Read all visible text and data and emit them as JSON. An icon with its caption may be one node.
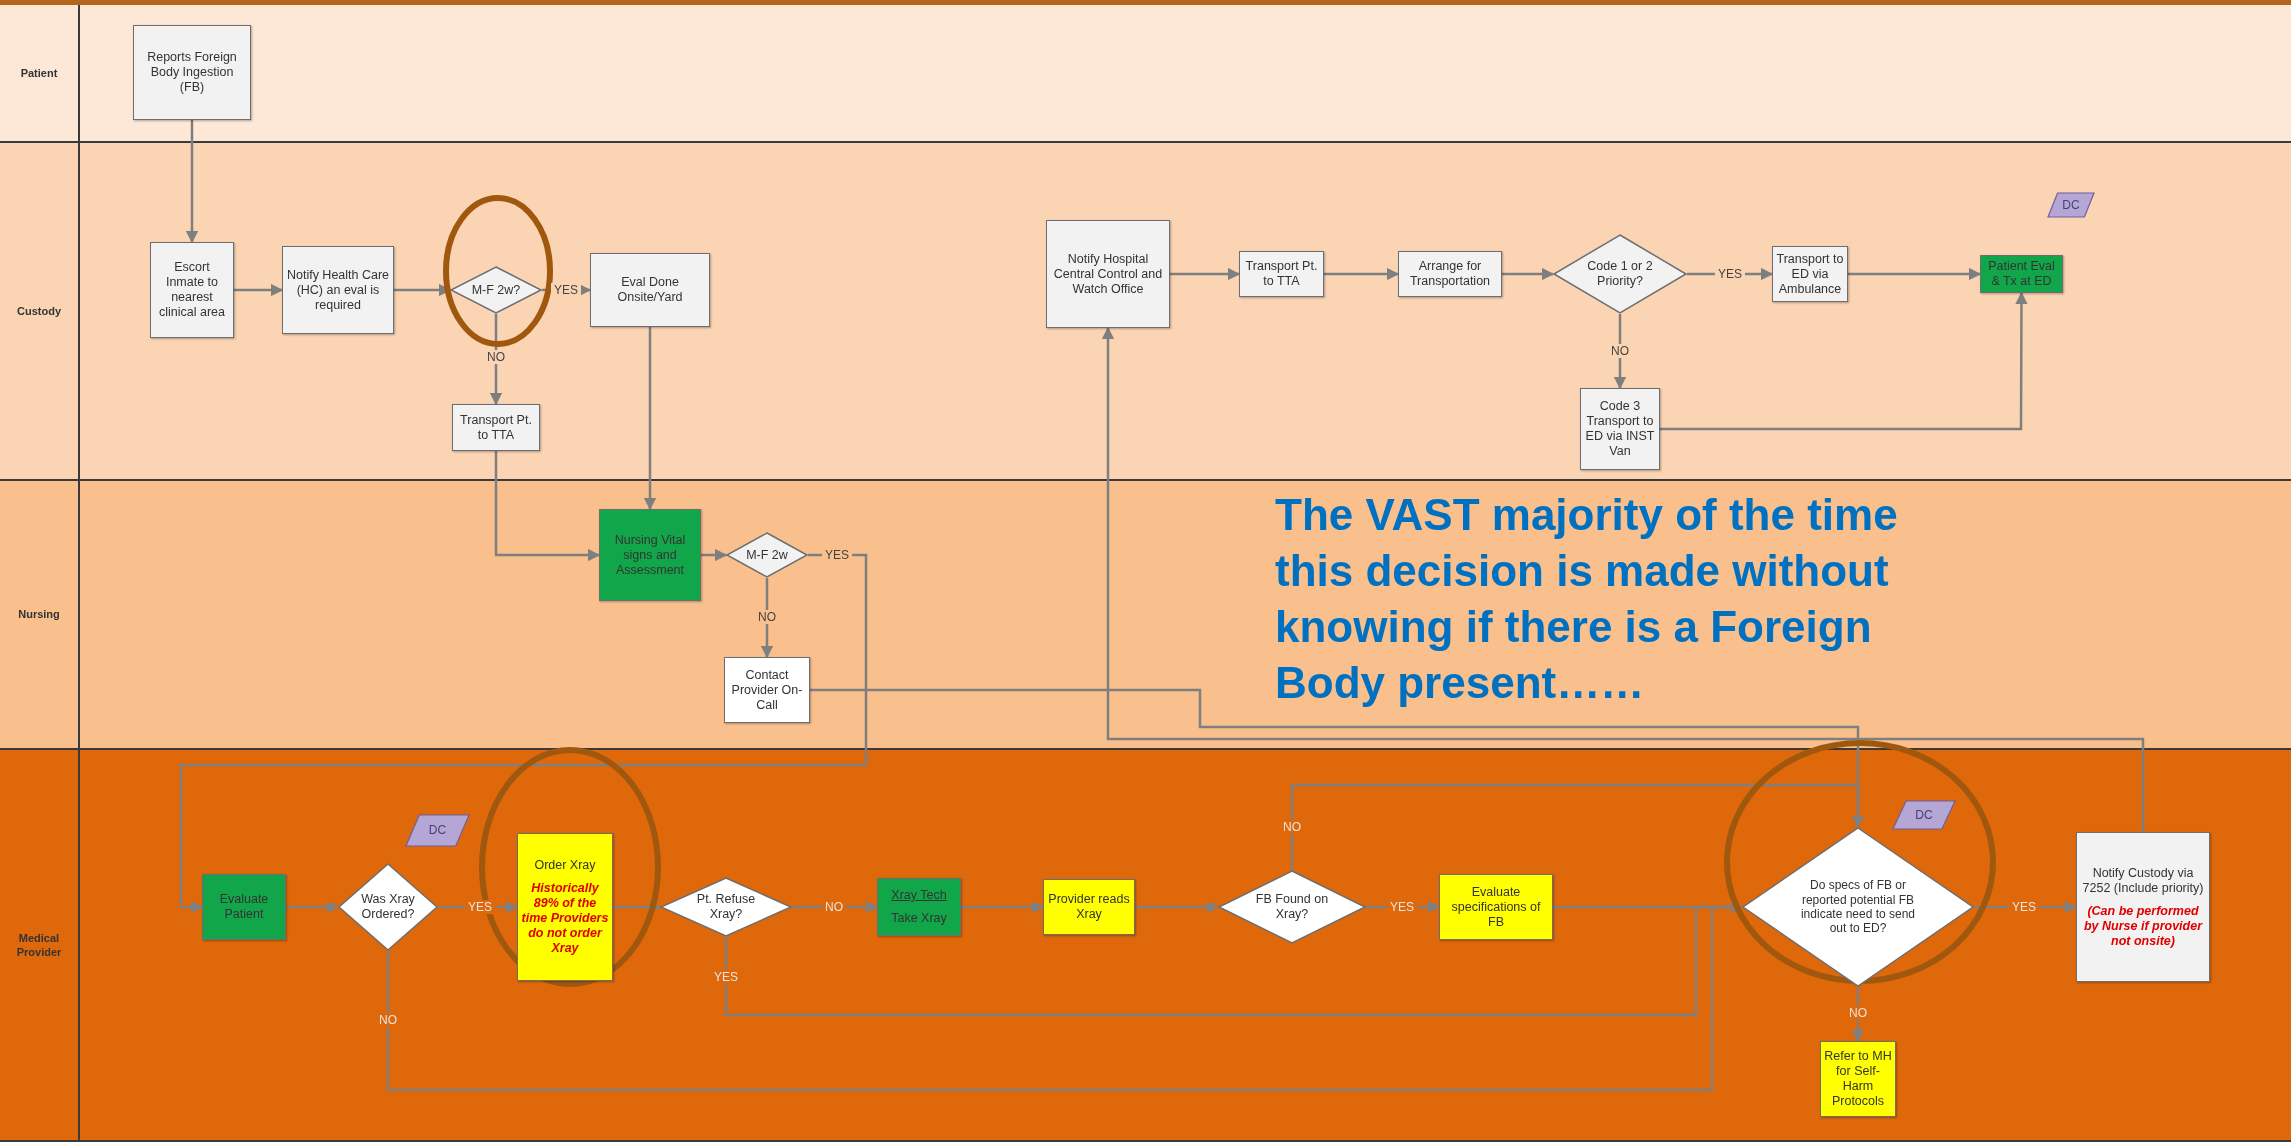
{
  "diagram": {
    "nodes": [
      {
        "text": [
          "Patient"
        ]
      },
      {
        "text": [
          "Custody"
        ]
      },
      {
        "text": [
          "Nursing"
        ]
      },
      {
        "text": [
          "Medical Provider"
        ]
      },
      {
        "text": [
          "Reports Foreign Body Ingestion (FB)"
        ],
        "in": 0
      },
      {
        "text": [
          "Escort Inmate to nearest clinical area"
        ],
        "in": 1
      },
      {
        "text": [
          "Notify Health Care (HC) an eval is required"
        ],
        "in": 1
      },
      {
        "text": [
          "M-F 2w?"
        ],
        "in": 1
      },
      {
        "text": [
          "Eval Done Onsite/Yard"
        ],
        "in": 1
      },
      {
        "text": [
          "Transport Pt. to TTA"
        ],
        "in": 1
      },
      {
        "text": [
          "Notify Hospital Central Control and Watch Office"
        ],
        "in": 1
      },
      {
        "text": [
          "Transport Pt. to TTA"
        ],
        "in": 1
      },
      {
        "text": [
          "Arrange for Transportation"
        ],
        "in": 1
      },
      {
        "text": [
          "Code 1 or 2 Priority?"
        ],
        "in": 1
      },
      {
        "text": [
          "Transport to ED via Ambulance"
        ],
        "in": 1
      },
      {
        "text": [
          "Patient Eval & Tx at ED"
        ],
        "in": 1
      },
      {
        "text": [
          "DC"
        ],
        "in": 1
      },
      {
        "text": [
          "Code 3 Transport to ED via INST Van"
        ],
        "in": 1
      },
      {
        "text": [
          "Nursing Vital signs and Assessment"
        ],
        "in": 2
      },
      {
        "text": [
          "M-F 2w"
        ],
        "in": 2
      },
      {
        "text": [
          "Contact Provider On-Call"
        ],
        "in": 2
      },
      {
        "text": [
          "Evaluate Patient"
        ],
        "in": 3
      },
      {
        "text": [
          "Was Xray Ordered?"
        ],
        "in": 3
      },
      {
        "text": [
          "DC"
        ],
        "in": 3
      },
      {
        "text": [
          "Order Xray",
          "Historically 89% of the time Providers do not order Xray"
        ],
        "in": 3
      },
      {
        "text": [
          "Pt. Refuse Xray?"
        ],
        "in": 3
      },
      {
        "text": [
          "Xray Tech",
          "Take Xray"
        ],
        "in": 3
      },
      {
        "text": [
          "Provider reads Xray"
        ],
        "in": 3
      },
      {
        "text": [
          "FB Found on Xray?"
        ],
        "in": 3
      },
      {
        "text": [
          "Evaluate specifications of FB"
        ],
        "in": 3
      },
      {
        "text": [
          "DC"
        ],
        "in": 3
      },
      {
        "text": [
          "Do specs of FB or reported potential FB indicate need to send out to ED?"
        ],
        "in": 3
      },
      {
        "text": [
          "Notify Custody via 7252 (Include priority)",
          "(Can be performed by Nurse if provider not onsite)"
        ],
        "in": 3
      },
      {
        "text": [
          "Refer to MH for Self-Harm Protocols"
        ],
        "in": 3
      }
    ],
    "edges": [
      {
        "from": 4,
        "to": 5,
        "arrow": "to"
      },
      {
        "from": 5,
        "to": 6,
        "arrow": "to"
      },
      {
        "from": 6,
        "to": 7,
        "arrow": "to"
      },
      {
        "from": 7,
        "to": 8,
        "arrow": "to",
        "label": "YES"
      },
      {
        "from": 7,
        "to": 9,
        "arrow": "to",
        "label": "NO"
      },
      {
        "from": 9,
        "to": 18,
        "arrow": "to"
      },
      {
        "from": 8,
        "to": 18,
        "arrow": "to"
      },
      {
        "from": 18,
        "to": 19,
        "arrow": "to"
      },
      {
        "from": 19,
        "to": 20,
        "arrow": "to",
        "label": "NO"
      },
      {
        "from": 19,
        "to": 21,
        "arrow": "to",
        "label": "YES"
      },
      {
        "from": 20,
        "to": 31,
        "arrow": "to"
      },
      {
        "from": 21,
        "to": 22,
        "arrow": "to"
      },
      {
        "from": 22,
        "to": 24,
        "arrow": "to",
        "label": "YES"
      },
      {
        "from": 22,
        "to": 31,
        "arrow": "to",
        "label": "NO"
      },
      {
        "from": 24,
        "to": 25,
        "arrow": "to"
      },
      {
        "from": 25,
        "to": 26,
        "arrow": "to",
        "label": "NO"
      },
      {
        "from": 25,
        "to": 31,
        "arrow": "to",
        "label": "YES"
      },
      {
        "from": 26,
        "to": 27,
        "arrow": "to"
      },
      {
        "from": 27,
        "to": 28,
        "arrow": "to"
      },
      {
        "from": 28,
        "to": 29,
        "arrow": "to",
        "label": "YES"
      },
      {
        "from": 28,
        "to": 31,
        "arrow": "to",
        "label": "NO"
      },
      {
        "from": 29,
        "to": 31,
        "arrow": "to"
      },
      {
        "from": 31,
        "to": 32,
        "arrow": "to",
        "label": "YES"
      },
      {
        "from": 31,
        "to": 33,
        "arrow": "to",
        "label": "NO"
      },
      {
        "from": 32,
        "to": 10,
        "arrow": "to"
      },
      {
        "from": 10,
        "to": 11,
        "arrow": "to"
      },
      {
        "from": 11,
        "to": 12,
        "arrow": "to"
      },
      {
        "from": 12,
        "to": 13,
        "arrow": "to"
      },
      {
        "from": 13,
        "to": 14,
        "arrow": "to",
        "label": "YES"
      },
      {
        "from": 13,
        "to": 17,
        "arrow": "to",
        "label": "NO"
      },
      {
        "from": 14,
        "to": 15,
        "arrow": "to"
      },
      {
        "from": 17,
        "to": 15,
        "arrow": "to"
      }
    ],
    "labels": [
      "The VAST majority of the time this decision is made without knowing if there is a Foreign Body present……"
    ]
  }
}
